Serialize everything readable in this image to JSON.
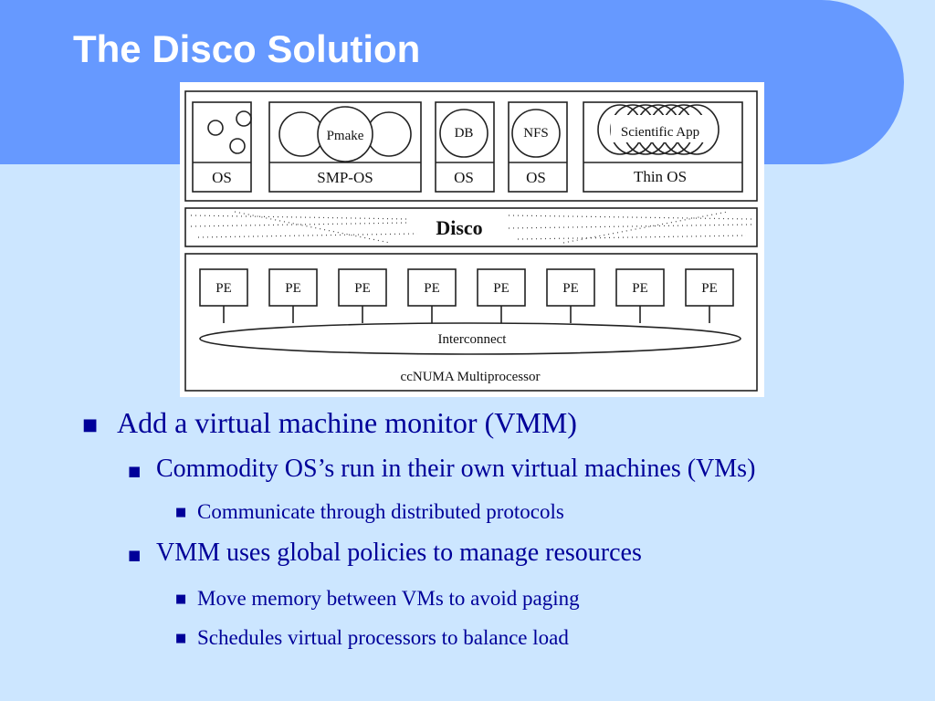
{
  "slide": {
    "title": "The Disco Solution"
  },
  "figure": {
    "vms": [
      {
        "apps": [],
        "os": "OS"
      },
      {
        "apps": [
          "Pmake"
        ],
        "os": "SMP-OS"
      },
      {
        "apps": [
          "DB"
        ],
        "os": "OS"
      },
      {
        "apps": [
          "NFS"
        ],
        "os": "OS"
      },
      {
        "apps": [
          "Scientific App"
        ],
        "os": "Thin OS"
      }
    ],
    "monitor_label": "Disco",
    "processor_label": "PE",
    "processor_count": 8,
    "interconnect_label": "Interconnect",
    "machine_label": "ccNUMA Multiprocessor"
  },
  "bullets": [
    {
      "level": 1,
      "text": "Add a virtual machine monitor (VMM)"
    },
    {
      "level": 2,
      "text": "Commodity OS’s run in their own virtual machines (VMs)"
    },
    {
      "level": 3,
      "text": "Communicate through distributed protocols"
    },
    {
      "level": 2,
      "text": "VMM uses global policies to manage resources"
    },
    {
      "level": 3,
      "text": "Move memory between VMs to avoid paging"
    },
    {
      "level": 3,
      "text": "Schedules virtual processors to balance load"
    }
  ],
  "colors": {
    "background": "#cce6ff",
    "title_band": "#6699ff",
    "title_text": "#ffffff",
    "bullet_text": "#000099"
  },
  "icons": {
    "bullet": "square-bullet-icon"
  }
}
